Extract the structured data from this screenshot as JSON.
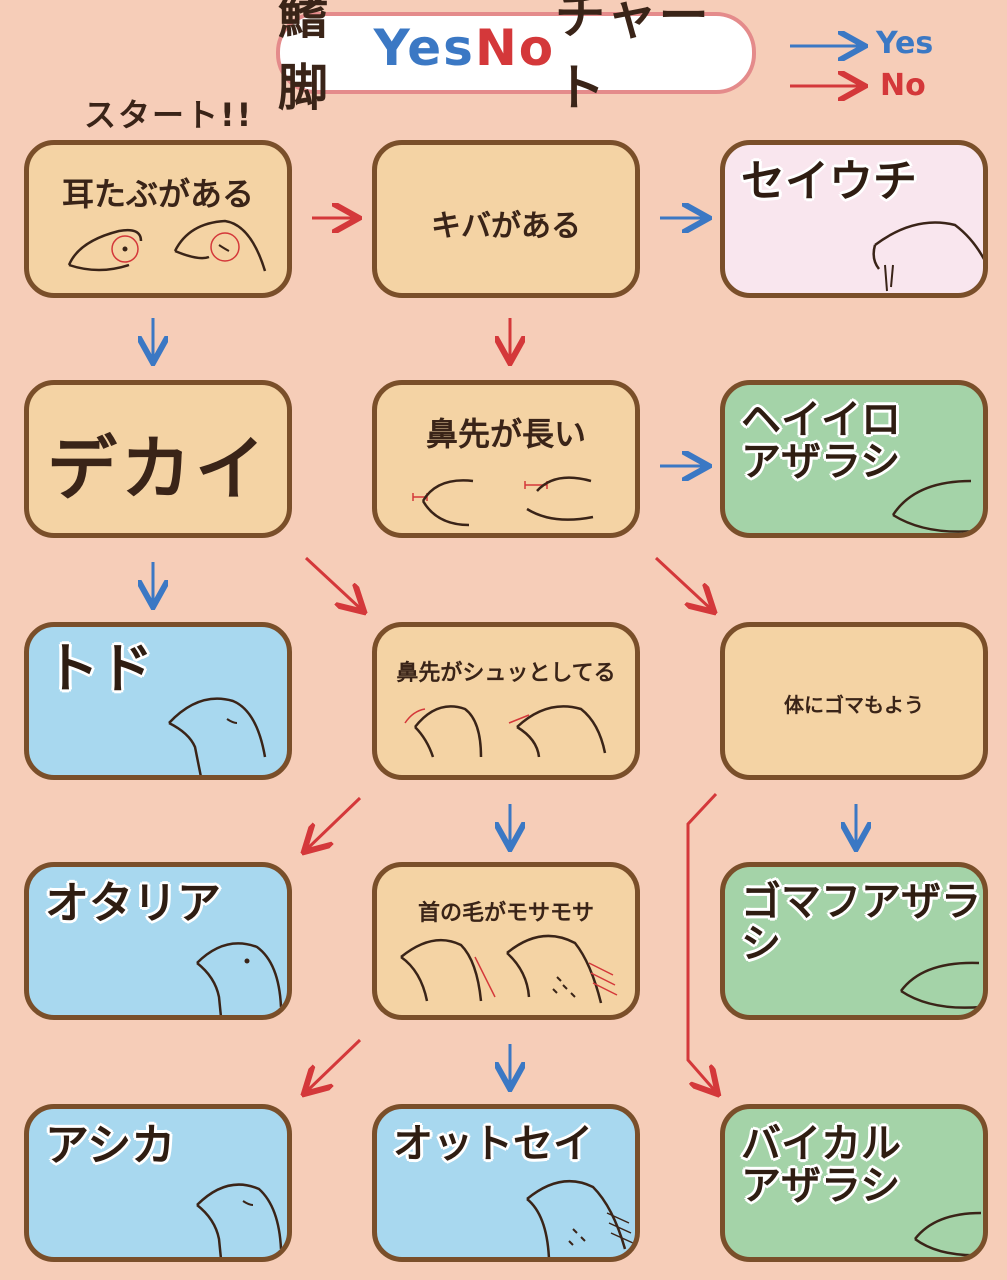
{
  "title": {
    "kanji": "鰭脚",
    "yes": "Yes",
    "no": "No",
    "rest": "チャート"
  },
  "legend": {
    "yes_label": "Yes",
    "no_label": "No"
  },
  "start_label": "スタート!!",
  "colors": {
    "yes": "#3b78c4",
    "no": "#d4383a",
    "question_bg": "#f4d3a4",
    "border": "#7a4f2a",
    "green_bg": "#a4d3a8",
    "blue_bg": "#a8d8ef",
    "pink_bg": "#f9e6ee"
  },
  "nodes": {
    "q_ear": "耳たぶがある",
    "q_tusk": "キバがある",
    "walrus": "セイウチ",
    "q_big": "デカイ",
    "q_nose_long": "鼻先が長い",
    "grey_seal": "ヘイイロ\nアザラシ",
    "steller": "トド",
    "q_nose_sharp": "鼻先がシュッとしてる",
    "q_spots": "体にゴマもよう",
    "otaria": "オタリア",
    "q_mane": "首の毛がモサモサ",
    "spotted_seal": "ゴマフアザラシ",
    "sea_lion": "アシカ",
    "fur_seal": "オットセイ",
    "baikal_seal": "バイカル\nアザラシ"
  }
}
